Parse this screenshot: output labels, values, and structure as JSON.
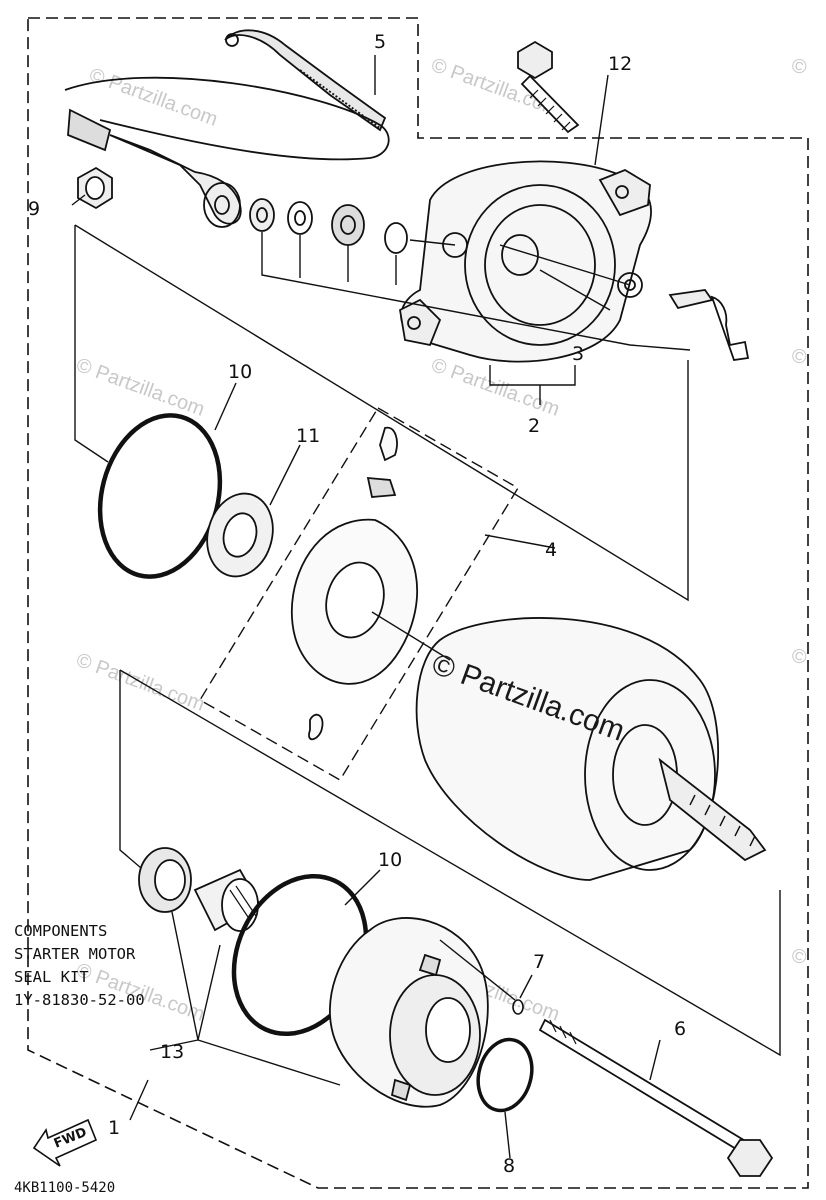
{
  "callouts": {
    "p1": "1",
    "p2": "2",
    "p3": "3",
    "p4": "4",
    "p5": "5",
    "p6": "6",
    "p7": "7",
    "p8": "8",
    "p9": "9",
    "p10a": "10",
    "p10b": "10",
    "p11": "11",
    "p12": "12",
    "p13": "13"
  },
  "kit_note": {
    "line1": "COMPONENTS",
    "line2": "STARTER MOTOR",
    "line3": "SEAL KIT",
    "line4": "1Y-81830-52-00"
  },
  "fwd_label": "FWD",
  "diagram_code": "4KB1100-5420",
  "watermark": {
    "brand": "Partzilla.com",
    "symbol": "©"
  }
}
